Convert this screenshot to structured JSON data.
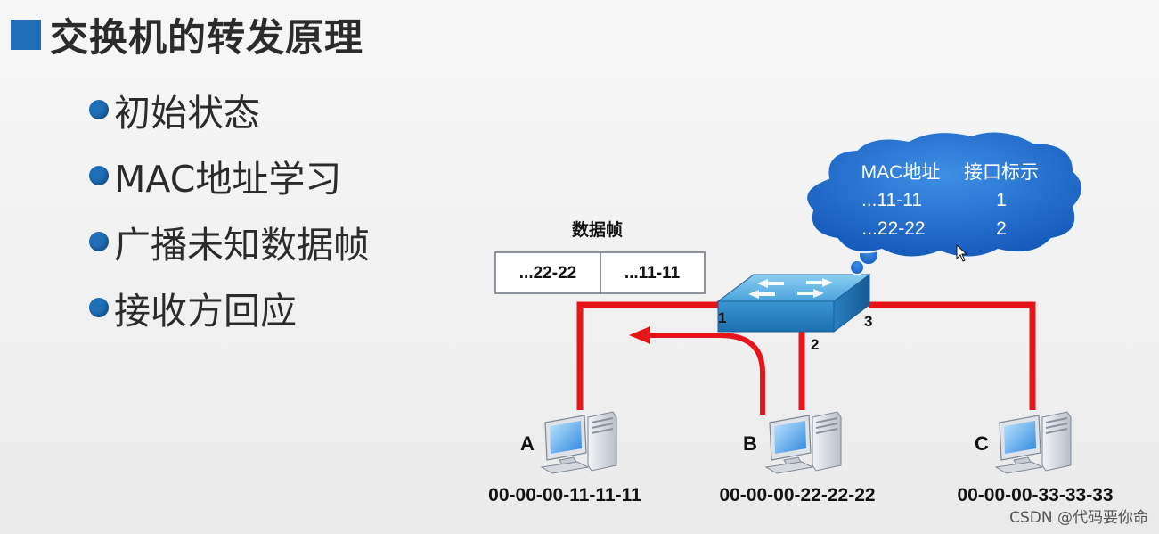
{
  "title": "交换机的转发原理",
  "bullets": [
    "初始状态",
    "MAC地址学习",
    "广播未知数据帧",
    "接收方回应"
  ],
  "frame": {
    "caption": "数据帧",
    "dest": "...22-22",
    "source": "...11-11"
  },
  "mac_table": {
    "header_mac": "MAC地址",
    "header_port": "接口标示",
    "rows": [
      {
        "mac": "...11-11",
        "port": "1"
      },
      {
        "mac": "...22-22",
        "port": "2"
      }
    ]
  },
  "ports": [
    "1",
    "2",
    "3"
  ],
  "hosts": [
    {
      "label": "A",
      "mac": "00-00-00-11-11-11"
    },
    {
      "label": "B",
      "mac": "00-00-00-22-22-22"
    },
    {
      "label": "C",
      "mac": "00-00-00-33-33-33"
    }
  ],
  "watermark": "CSDN @代码要你命",
  "colors": {
    "accent": "#1f6fb8",
    "link": "#e8141c",
    "cloud": "#1e6fd0"
  }
}
